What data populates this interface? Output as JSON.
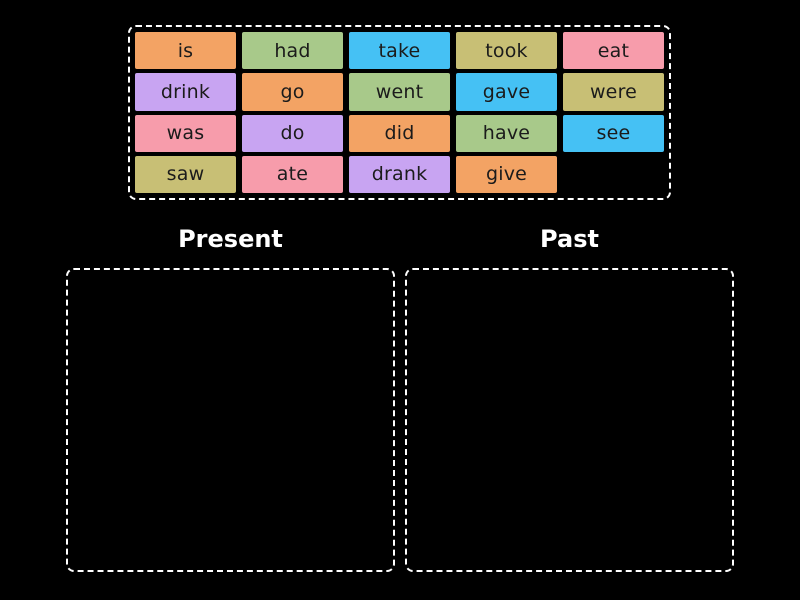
{
  "page": {
    "background": "#000000",
    "border_color": "#ffffff",
    "tile_text_color": "#1b1b1b",
    "label_text_color": "#ffffff"
  },
  "colors": {
    "orange": "#f3a364",
    "green": "#a8c98a",
    "blue": "#45c1f4",
    "khaki": "#c8bf75",
    "pink": "#f79cab",
    "purple": "#c8a4f2"
  },
  "word_bank": {
    "columns": 5,
    "tiles": [
      {
        "label": "is",
        "color": "orange"
      },
      {
        "label": "had",
        "color": "green"
      },
      {
        "label": "take",
        "color": "blue"
      },
      {
        "label": "took",
        "color": "khaki"
      },
      {
        "label": "eat",
        "color": "pink"
      },
      {
        "label": "drink",
        "color": "purple"
      },
      {
        "label": "go",
        "color": "orange"
      },
      {
        "label": "went",
        "color": "green"
      },
      {
        "label": "gave",
        "color": "blue"
      },
      {
        "label": "were",
        "color": "khaki"
      },
      {
        "label": "was",
        "color": "pink"
      },
      {
        "label": "do",
        "color": "purple"
      },
      {
        "label": "did",
        "color": "orange"
      },
      {
        "label": "have",
        "color": "green"
      },
      {
        "label": "see",
        "color": "blue"
      },
      {
        "label": "saw",
        "color": "khaki"
      },
      {
        "label": "ate",
        "color": "pink"
      },
      {
        "label": "drank",
        "color": "purple"
      },
      {
        "label": "give",
        "color": "orange"
      }
    ]
  },
  "categories": [
    {
      "label": "Present"
    },
    {
      "label": "Past"
    }
  ]
}
